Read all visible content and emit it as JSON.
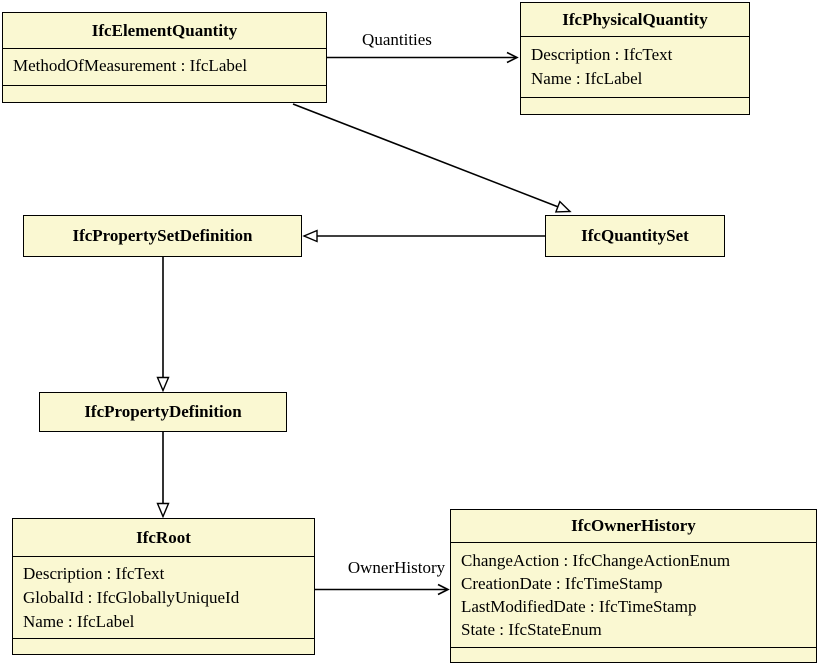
{
  "diagram": {
    "kind": "uml-class-diagram",
    "colors": {
      "class_fill": "#FAF8D2",
      "class_border": "#000000",
      "line": "#000000",
      "text": "#000000",
      "background": "#FFFFFF"
    },
    "classes": [
      {
        "name": "IfcElementQuantity",
        "attributes": [
          "MethodOfMeasurement : IfcLabel"
        ]
      },
      {
        "name": "IfcPhysicalQuantity",
        "attributes": [
          "Description : IfcText",
          "Name : IfcLabel"
        ]
      },
      {
        "name": "IfcPropertySetDefinition",
        "attributes": []
      },
      {
        "name": "IfcQuantitySet",
        "attributes": []
      },
      {
        "name": "IfcPropertyDefinition",
        "attributes": []
      },
      {
        "name": "IfcRoot",
        "attributes": [
          "Description : IfcText",
          "GlobalId : IfcGloballyUniqueId",
          "Name : IfcLabel"
        ]
      },
      {
        "name": "IfcOwnerHistory",
        "attributes": [
          "ChangeAction : IfcChangeActionEnum",
          "CreationDate : IfcTimeStamp",
          "LastModifiedDate : IfcTimeStamp",
          "State : IfcStateEnum"
        ]
      }
    ],
    "relationships": [
      {
        "from": "IfcElementQuantity",
        "to": "IfcPhysicalQuantity",
        "kind": "association",
        "label": "Quantities"
      },
      {
        "from": "IfcElementQuantity",
        "to": "IfcQuantitySet",
        "kind": "generalization",
        "label": ""
      },
      {
        "from": "IfcQuantitySet",
        "to": "IfcPropertySetDefinition",
        "kind": "generalization",
        "label": ""
      },
      {
        "from": "IfcPropertySetDefinition",
        "to": "IfcPropertyDefinition",
        "kind": "generalization",
        "label": ""
      },
      {
        "from": "IfcPropertyDefinition",
        "to": "IfcRoot",
        "kind": "generalization",
        "label": ""
      },
      {
        "from": "IfcRoot",
        "to": "IfcOwnerHistory",
        "kind": "association",
        "label": "OwnerHistory"
      }
    ]
  }
}
